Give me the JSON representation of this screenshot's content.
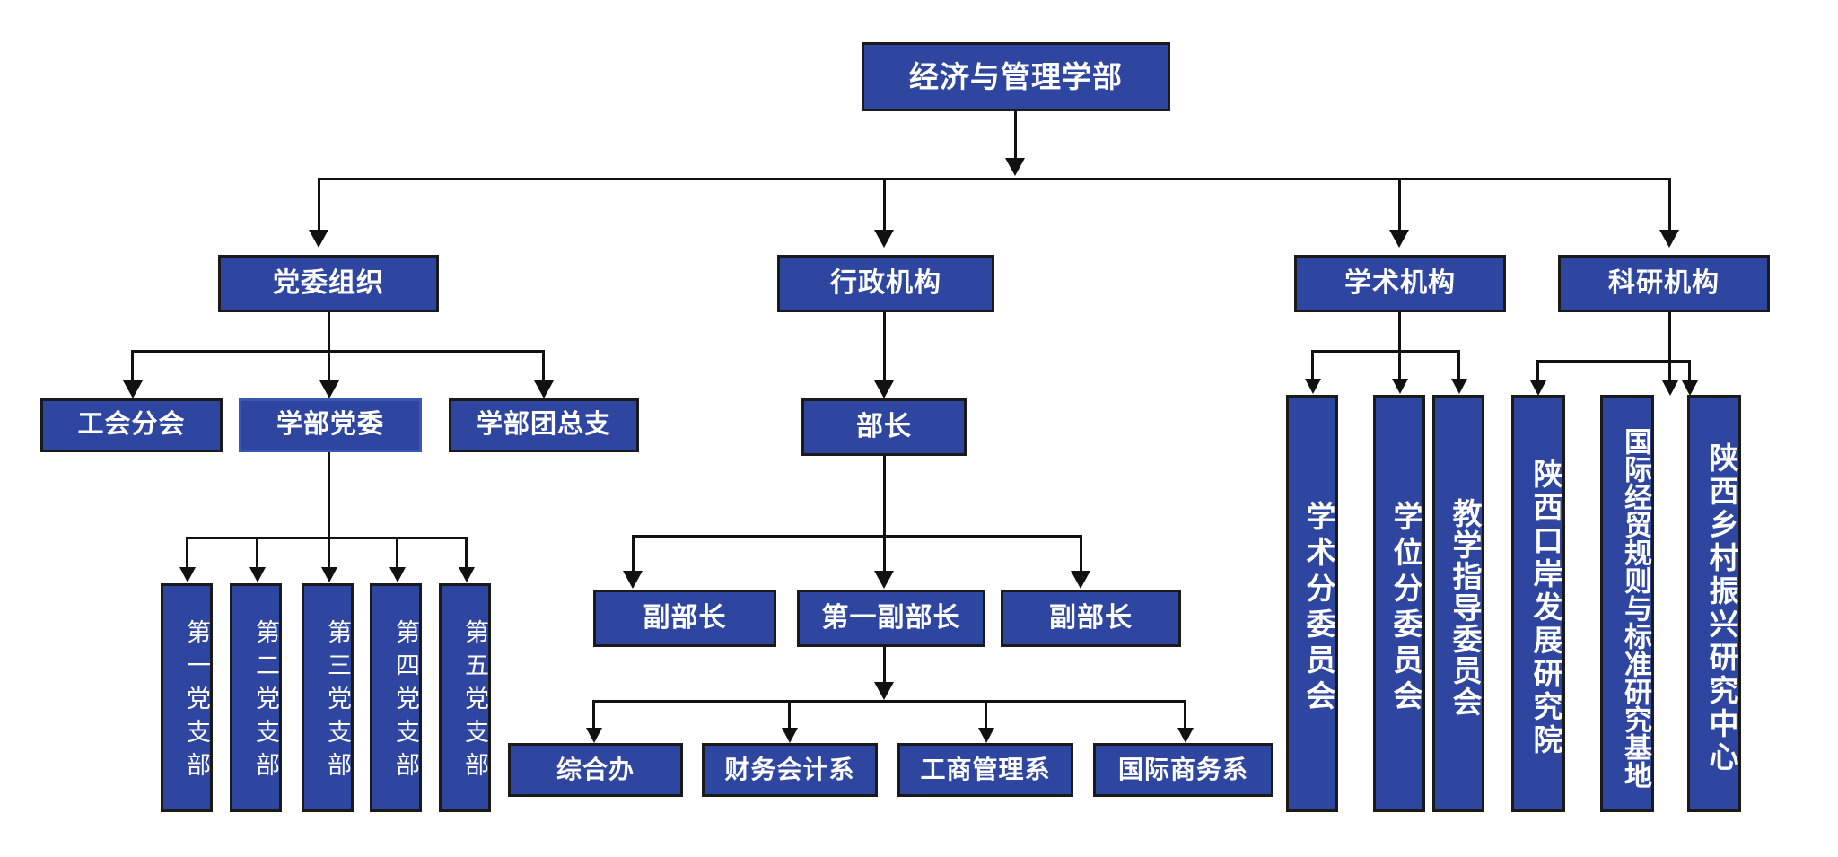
{
  "diagram": {
    "title_node": {
      "label": "经济与管理学部"
    },
    "branches": [
      {
        "key": "party",
        "label": "党委组织"
      },
      {
        "key": "admin",
        "label": "行政机构"
      },
      {
        "key": "academic",
        "label": "学术机构"
      },
      {
        "key": "research",
        "label": "科研机构"
      }
    ],
    "party_children": [
      {
        "label": "工会分会"
      },
      {
        "label": "学部党委"
      },
      {
        "label": "学部团总支"
      }
    ],
    "party_branches": [
      {
        "label": "第一党支部"
      },
      {
        "label": "第二党支部"
      },
      {
        "label": "第三党支部"
      },
      {
        "label": "第四党支部"
      },
      {
        "label": "第五党支部"
      }
    ],
    "admin_head": {
      "label": "部长"
    },
    "admin_deputies": [
      {
        "label": "副部长"
      },
      {
        "label": "第一副部长"
      },
      {
        "label": "副部长"
      }
    ],
    "admin_departments": [
      {
        "label": "综合办"
      },
      {
        "label": "财务会计系"
      },
      {
        "label": "工商管理系"
      },
      {
        "label": "国际商务系"
      }
    ],
    "academic_committees": [
      {
        "label": "学术分委员会"
      },
      {
        "label": "学位分委员会"
      },
      {
        "label": "教学指导委员会"
      }
    ],
    "research_institutes": [
      {
        "label": "陕西口岸发展研究院"
      },
      {
        "label": "国际经贸规则与标准研究基地"
      },
      {
        "label": "陕西乡村振兴研究中心"
      }
    ],
    "colors": {
      "box_fill": "#2F46A0",
      "box_border": "#1a1a1a",
      "text": "#ffffff",
      "line": "#111111",
      "background": "#ffffff"
    }
  }
}
